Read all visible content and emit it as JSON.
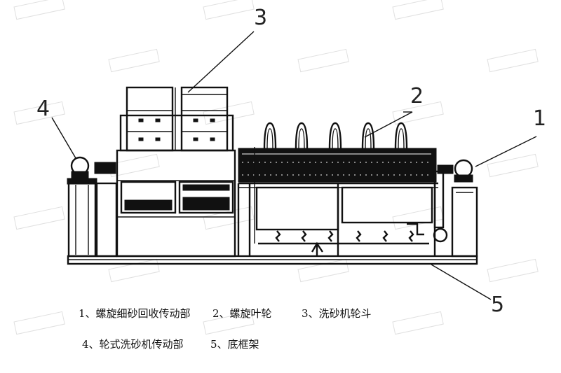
{
  "callouts": [
    "1",
    "2",
    "3",
    "4",
    "5"
  ],
  "legend": {
    "row1": [
      "1、螺旋细砂回收传动部",
      "2、螺旋叶轮",
      "3、洗砂机轮斗"
    ],
    "row2": [
      "4、轮式洗砂机传动部",
      "5、底框架"
    ]
  },
  "colors": {
    "line": "#111111",
    "background": "#ffffff",
    "watermark": "#cccccc"
  }
}
